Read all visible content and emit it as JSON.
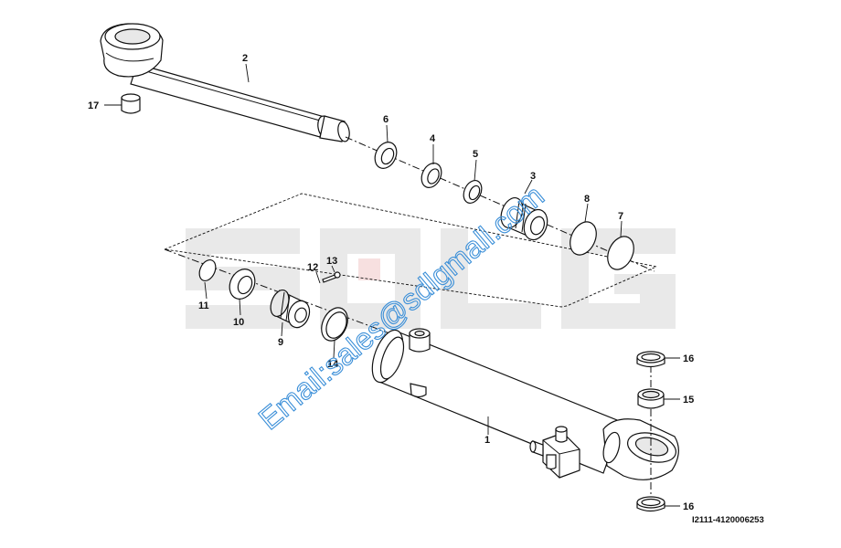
{
  "watermark": {
    "text": "SDLG",
    "email": "Email:sales@sdlgmall.com"
  },
  "drawing_code": "I2111-4120006253",
  "callouts": [
    {
      "id": "1",
      "label": "1"
    },
    {
      "id": "2",
      "label": "2"
    },
    {
      "id": "3",
      "label": "3"
    },
    {
      "id": "4",
      "label": "4"
    },
    {
      "id": "5",
      "label": "5"
    },
    {
      "id": "6",
      "label": "6"
    },
    {
      "id": "7",
      "label": "7"
    },
    {
      "id": "8",
      "label": "8"
    },
    {
      "id": "9",
      "label": "9"
    },
    {
      "id": "10",
      "label": "10"
    },
    {
      "id": "11",
      "label": "11"
    },
    {
      "id": "12",
      "label": "12"
    },
    {
      "id": "13",
      "label": "13"
    },
    {
      "id": "14",
      "label": "14"
    },
    {
      "id": "15",
      "label": "15"
    },
    {
      "id": "16a",
      "label": "16"
    },
    {
      "id": "16b",
      "label": "16"
    },
    {
      "id": "17",
      "label": "17"
    }
  ]
}
